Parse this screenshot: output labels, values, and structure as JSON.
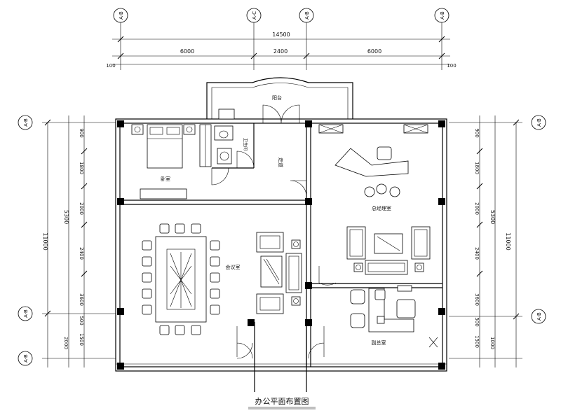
{
  "drawing_title": "办公平面布置图",
  "axes": {
    "top": [
      "A-B",
      "A-C",
      "A-B",
      "A-B"
    ],
    "left": [
      "A-B",
      "A-B",
      "A-B"
    ],
    "right": [
      "A-B",
      "A-B"
    ]
  },
  "dimensions": {
    "top_total": "14500",
    "top_segments": [
      "6000",
      "2400",
      "6000"
    ],
    "top_ends": [
      "100",
      "100"
    ],
    "left_total": "11000",
    "left_sub": "5300",
    "left_segments": [
      "900",
      "1800",
      "2000",
      "2400",
      "3600",
      "500",
      "1500",
      "2000"
    ],
    "right_total": "11000",
    "right_sub": "5300",
    "right_segments": [
      "900",
      "1800",
      "2000",
      "2400",
      "3600",
      "500",
      "1500",
      "1000"
    ]
  },
  "room_labels": {
    "balcony": "阳台",
    "bedroom": "卧室",
    "bathroom": "卫生间",
    "corridor": "走道",
    "meeting": "会议室",
    "office_a": "总经理室",
    "office_b": "副总室"
  }
}
